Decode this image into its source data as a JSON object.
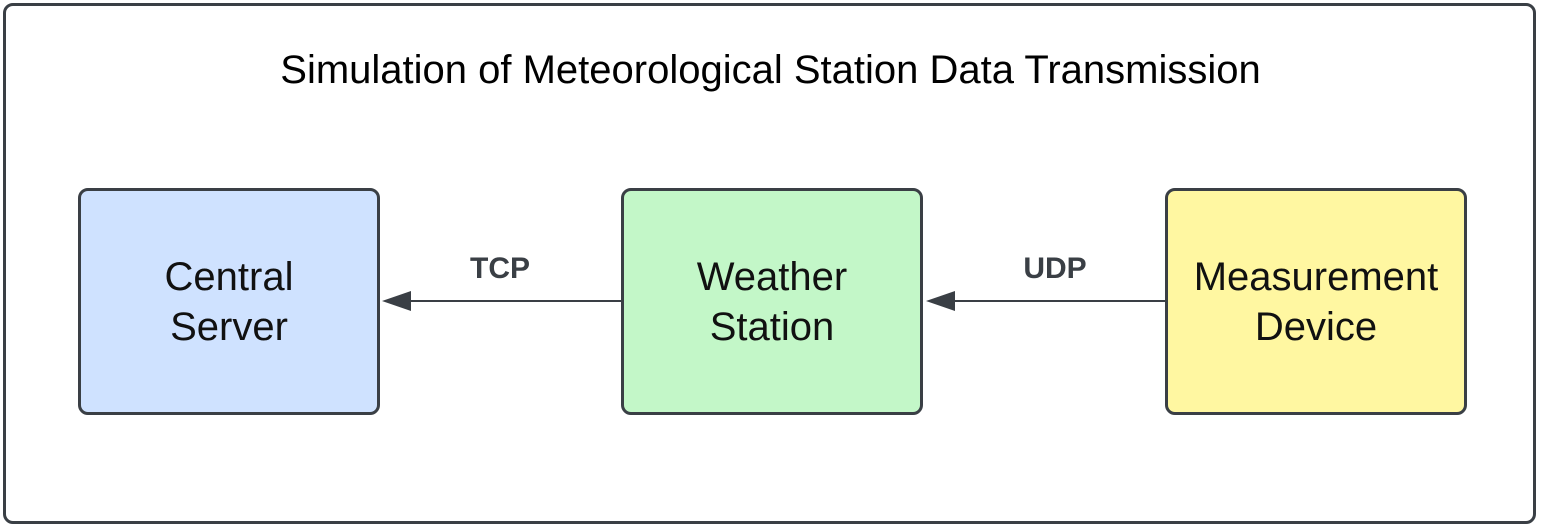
{
  "title": "Simulation of Meteorological Station Data Transmission",
  "nodes": [
    {
      "id": "central-server",
      "line1": "Central",
      "line2": "Server",
      "color": "#cfe2ff"
    },
    {
      "id": "weather-station",
      "line1": "Weather",
      "line2": "Station",
      "color": "#c3f7c8"
    },
    {
      "id": "measurement-device",
      "line1": "Measurement",
      "line2": "Device",
      "color": "#fff7a1"
    }
  ],
  "edges": [
    {
      "from": "weather-station",
      "to": "central-server",
      "label": "TCP"
    },
    {
      "from": "measurement-device",
      "to": "weather-station",
      "label": "UDP"
    }
  ],
  "colors": {
    "border": "#3a3f45",
    "arrow": "#3a3f45"
  }
}
